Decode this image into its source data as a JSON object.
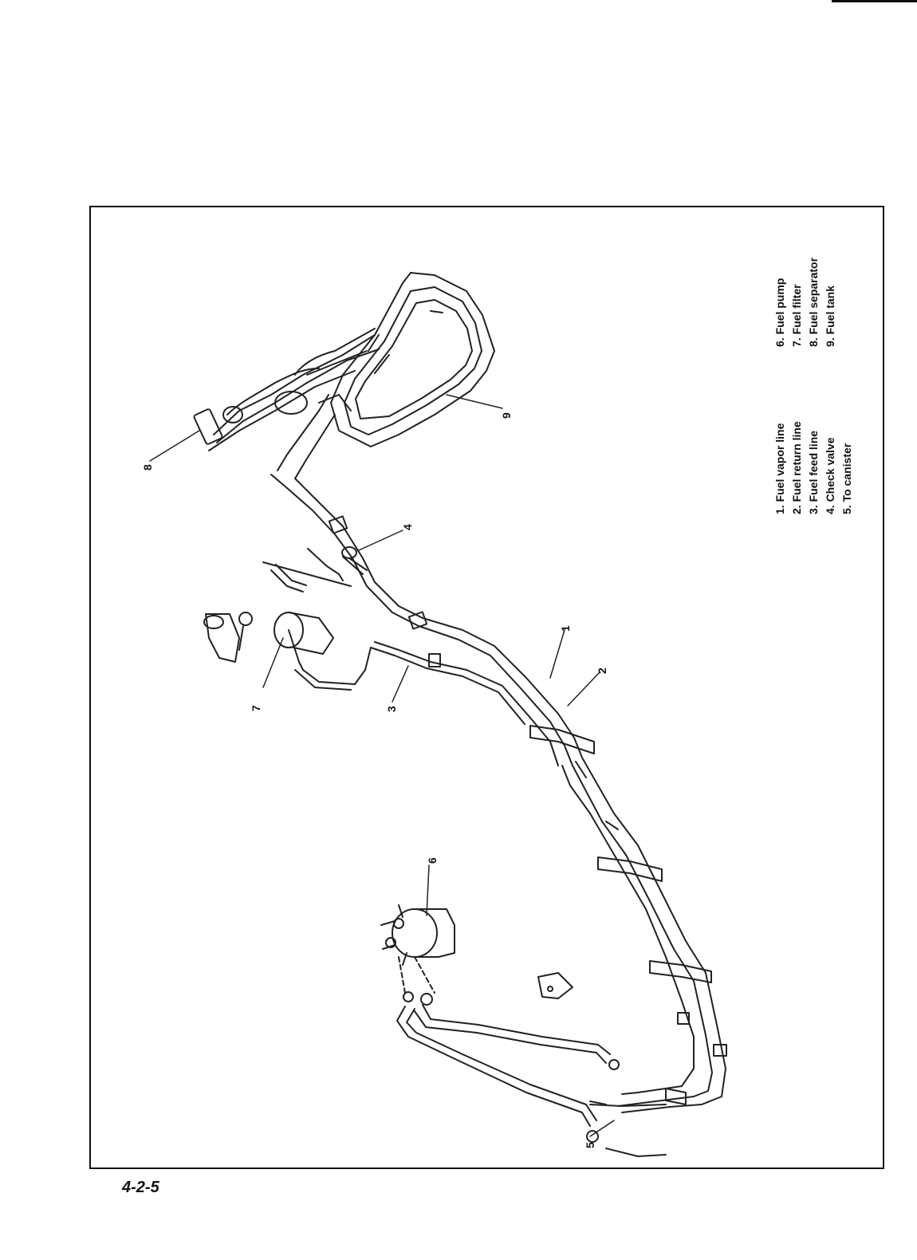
{
  "page_number": "4-2-5",
  "callouts": [
    "1",
    "2",
    "3",
    "4",
    "5",
    "6",
    "7",
    "8",
    "9"
  ],
  "legend_left": [
    "1.  Fuel vapor line",
    "2.  Fuel return line",
    "3.  Fuel feed line",
    "4.  Check valve",
    "5.  To canister"
  ],
  "legend_right": [
    "6.  Fuel pump",
    "7.  Fuel filter",
    "8.  Fuel separator",
    "9.  Fuel tank"
  ]
}
